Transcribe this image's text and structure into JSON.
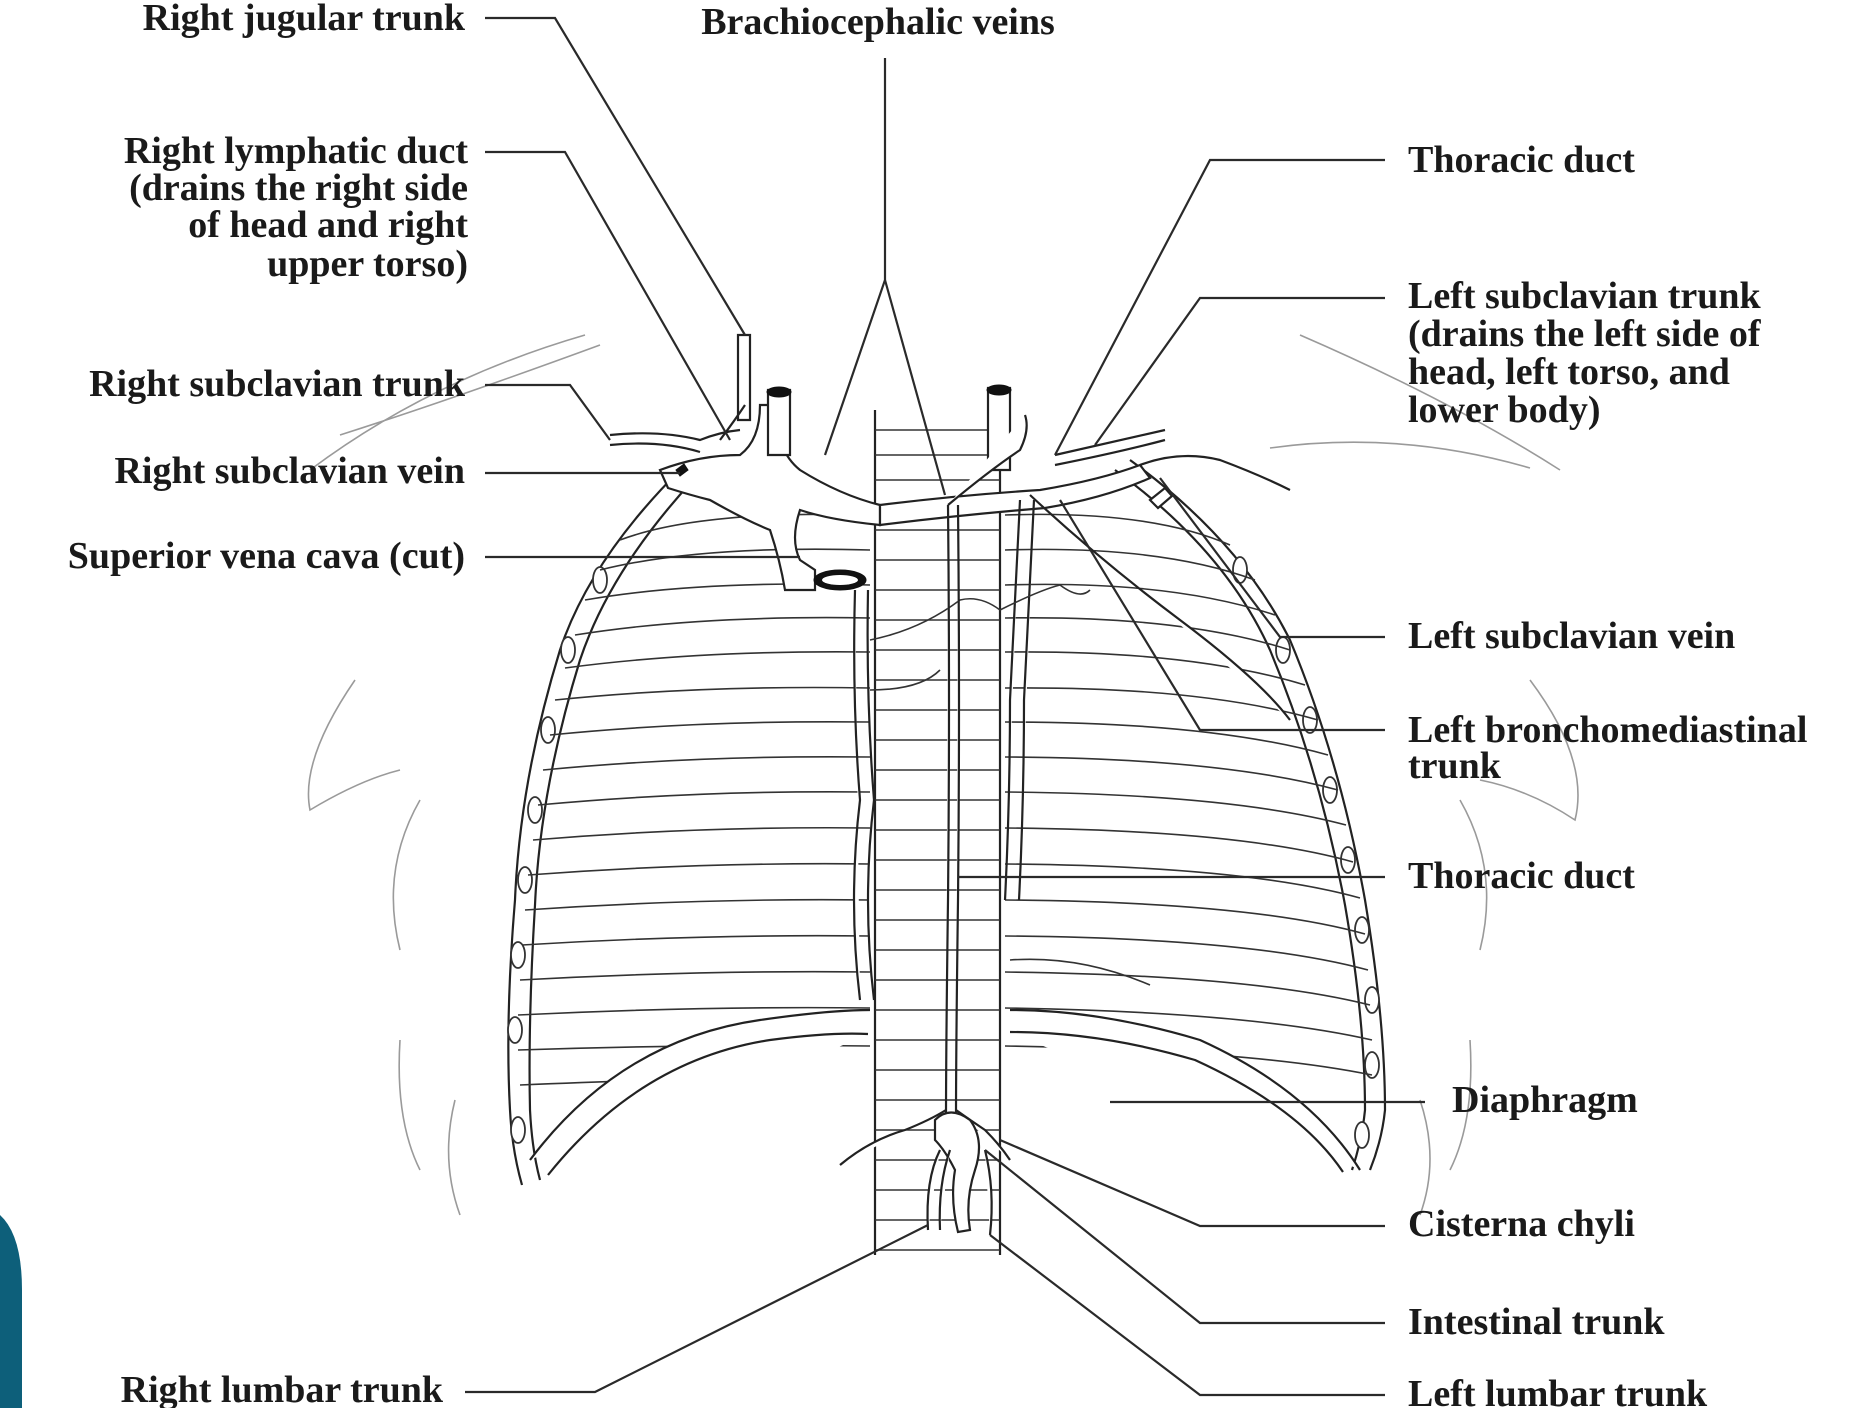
{
  "labels": {
    "right_jugular_trunk": "Right jugular trunk",
    "brachiocephalic_veins": "Brachiocephalic veins",
    "right_lymphatic_duct": [
      "Right lymphatic duct",
      "(drains the right side",
      "of head and right",
      "upper torso)"
    ],
    "thoracic_duct_top": "Thoracic duct",
    "left_subclavian_trunk": [
      "Left subclavian trunk",
      "(drains the left side of",
      "head, left torso, and",
      "lower body)"
    ],
    "right_subclavian_trunk": "Right subclavian trunk",
    "right_subclavian_vein": "Right subclavian vein",
    "superior_vena_cava": "Superior vena cava (cut)",
    "left_subclavian_vein": "Left subclavian vein",
    "left_bronchomediastinal_trunk": [
      "Left bronchomediastinal",
      "trunk"
    ],
    "thoracic_duct_mid": "Thoracic duct",
    "diaphragm": "Diaphragm",
    "cisterna_chyli": "Cisterna chyli",
    "intestinal_trunk": "Intestinal trunk",
    "right_lumbar_trunk": "Right lumbar trunk",
    "left_lumbar_trunk": "Left lumbar trunk"
  },
  "colors": {
    "line": "#222222",
    "corner_accent": "#0d5f7a"
  }
}
